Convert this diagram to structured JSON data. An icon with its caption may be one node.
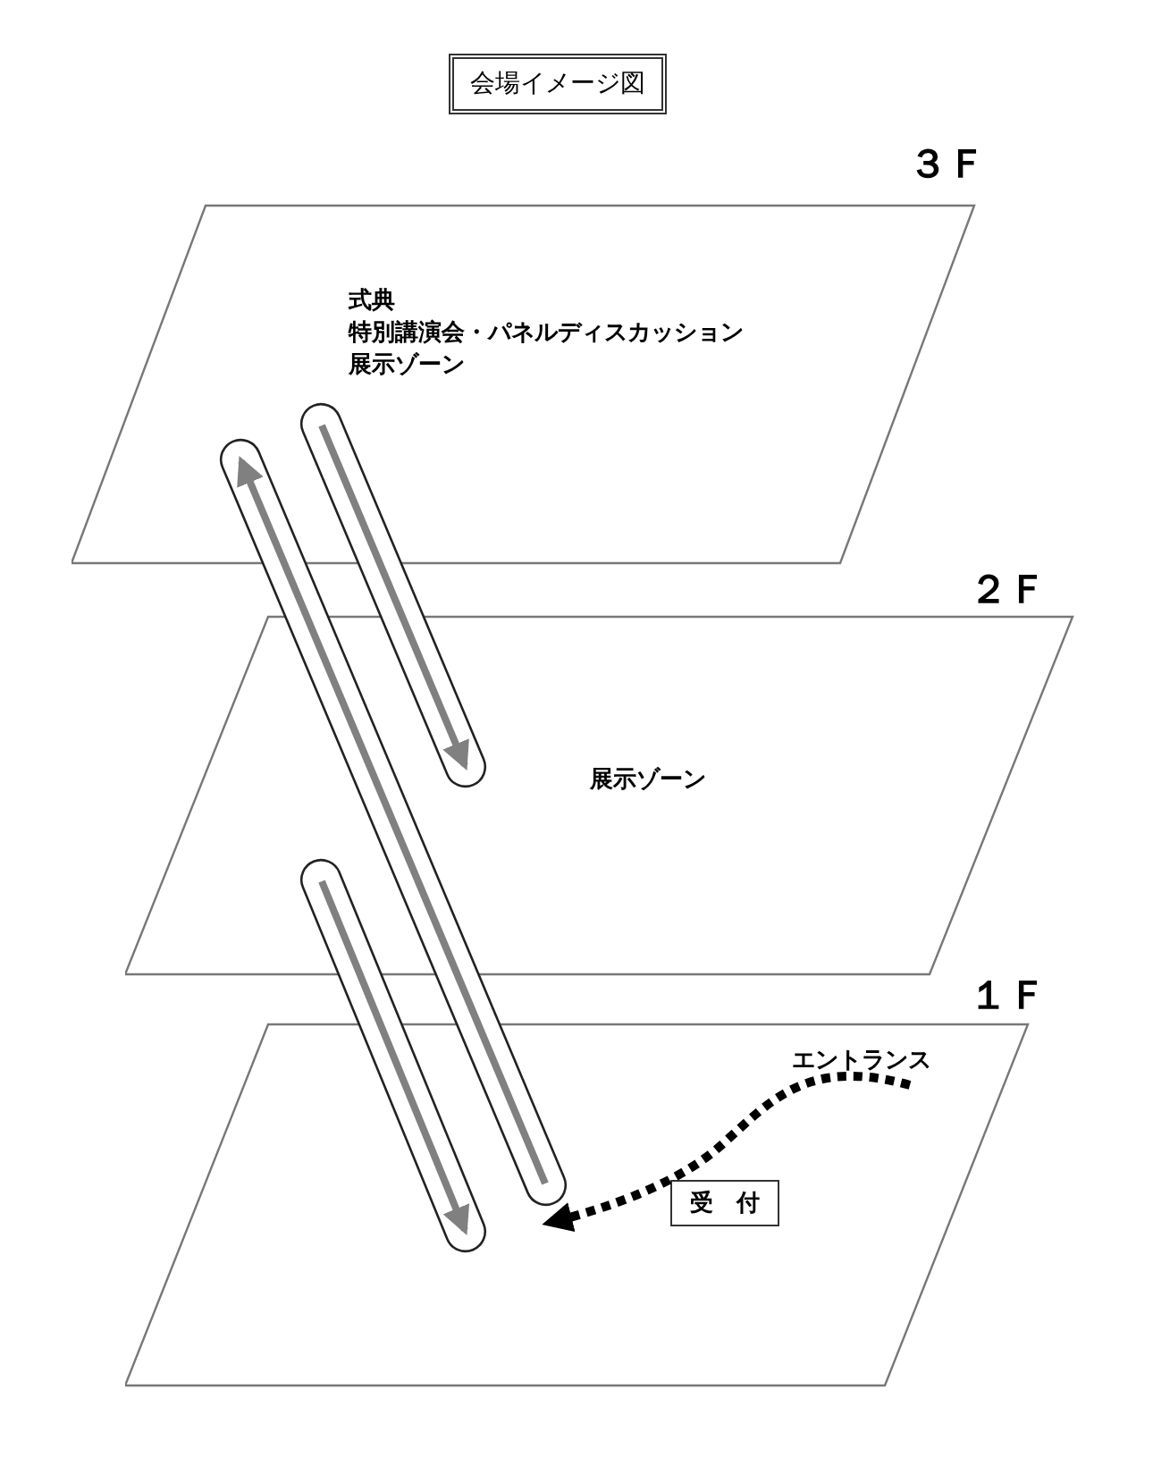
{
  "diagram": {
    "title": "会場イメージ図",
    "nodes": [
      {
        "text": [
          "３Ｆ",
          "式典",
          "特別講演会・パネルディスカッション",
          "展示ゾーン"
        ]
      },
      {
        "text": [
          "２Ｆ",
          "展示ゾーン"
        ]
      },
      {
        "text": [
          "１Ｆ"
        ]
      },
      {
        "text": [
          "エントランス"
        ],
        "in": 2
      },
      {
        "text": [
          "受　付"
        ],
        "in": 2
      },
      {
        "text": [],
        "shape": "bar"
      },
      {
        "text": [],
        "shape": "bar"
      },
      {
        "text": [],
        "shape": "bar"
      }
    ],
    "edges": [
      {
        "from": 3,
        "to": 5,
        "arrow": "to",
        "style": "dashed"
      }
    ]
  }
}
